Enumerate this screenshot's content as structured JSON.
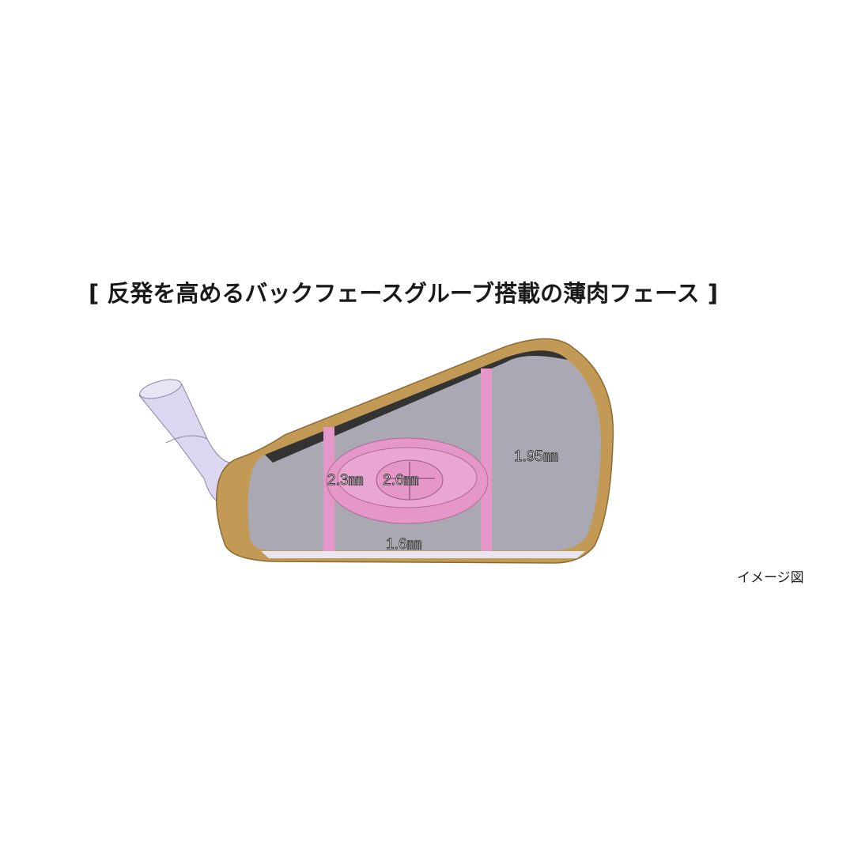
{
  "title": "[ 反発を高めるバックフェースグルーブ搭載の薄肉フェース ]",
  "caption": "イメージ図",
  "labels": {
    "upper_left": "2.3㎜",
    "center": "2.6㎜",
    "right": "1.95㎜",
    "bottom": "1.6㎜"
  },
  "colors": {
    "frame": "#c29a55",
    "face": "#a9a8b3",
    "groove": "#e597c8",
    "hosel": "#d9d2ee"
  }
}
